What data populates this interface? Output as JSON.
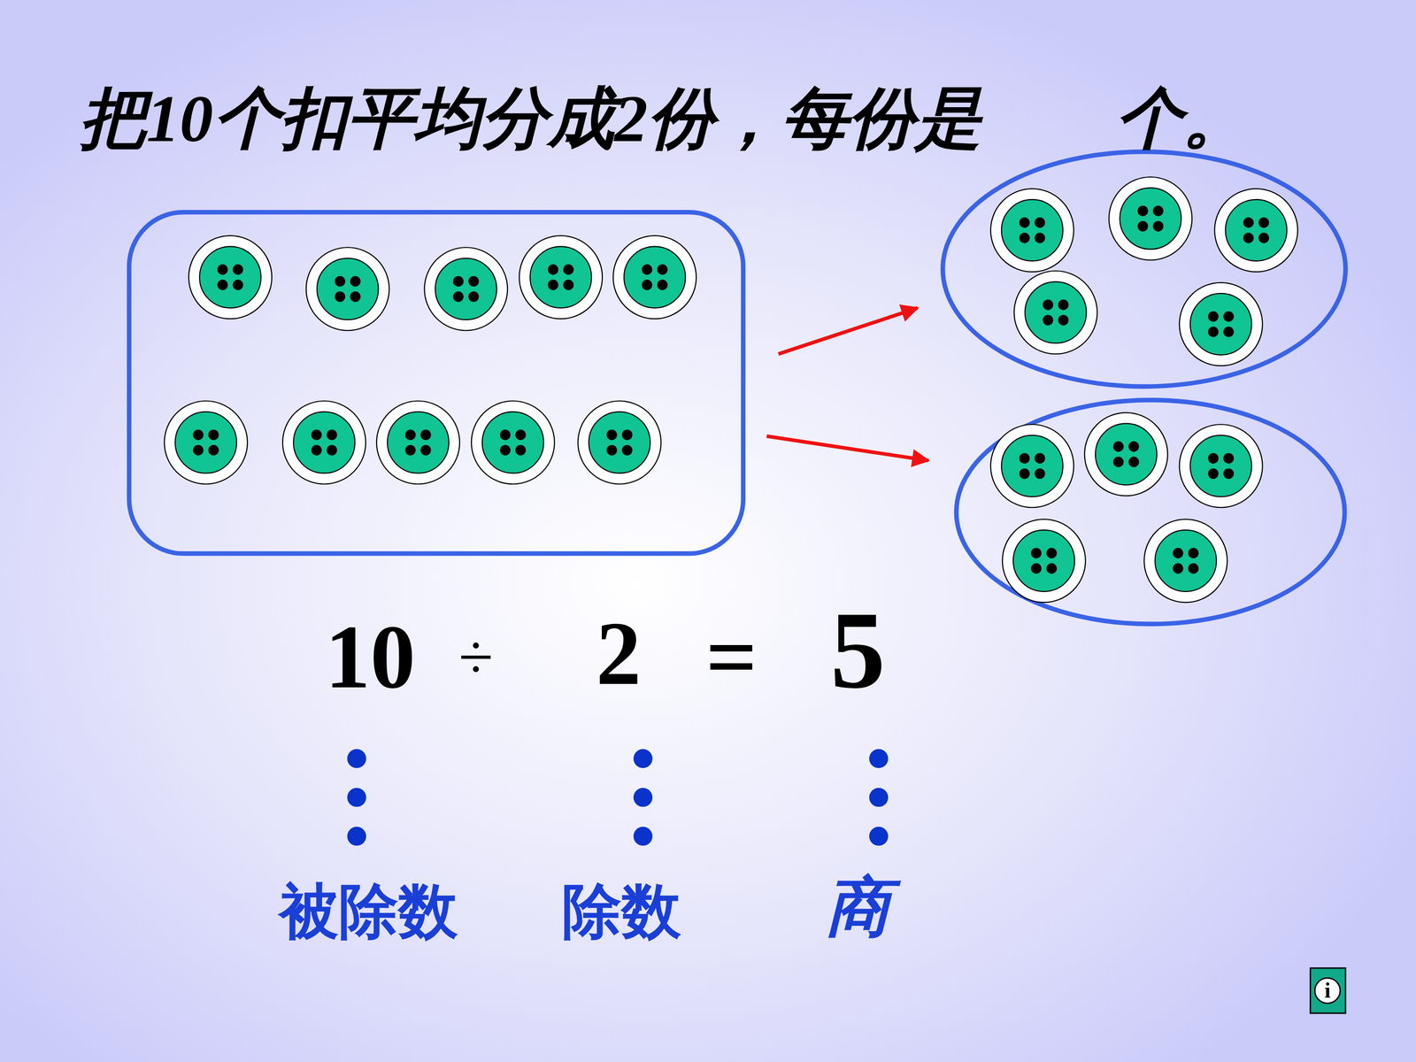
{
  "diagram": {
    "title": "把10个扣平均分成2份，每份是　　个。",
    "labels": [
      "10",
      "÷",
      "2",
      "=",
      "5",
      "被除数",
      "除数",
      "商",
      "i"
    ]
  }
}
